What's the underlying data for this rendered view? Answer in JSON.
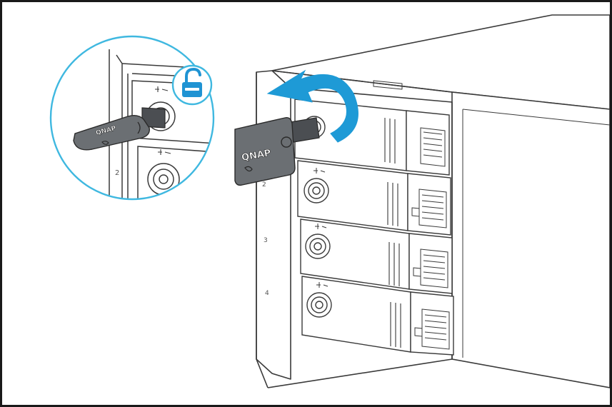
{
  "illustration": {
    "key_brand": "QNAP",
    "bay_labels": [
      "2",
      "3",
      "4"
    ],
    "zoom_bay_label": "2",
    "icons": [
      "unlock-icon",
      "rotate-counterclockwise-arrow-icon",
      "key-icon",
      "lock-cylinder-icon"
    ],
    "colors": {
      "accent_cyan": "#3fb8e0",
      "arrow_blue": "#1e9ad6",
      "lock_badge": "#1f93d3",
      "key_gray": "#6b6f73",
      "outline": "#3a3a3a"
    }
  }
}
